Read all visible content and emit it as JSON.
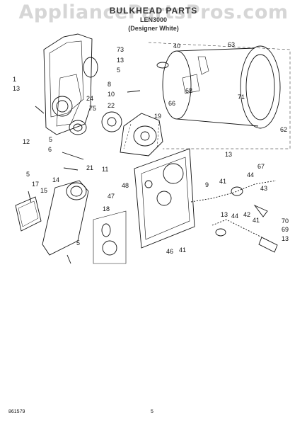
{
  "header": {
    "watermark": "AppliancePartsPros.com",
    "title": "BULKHEAD PARTS",
    "model": "LEN3000",
    "color": "(Designer White)"
  },
  "callouts": [
    "1",
    "13",
    "73",
    "13",
    "5",
    "8",
    "10",
    "24",
    "75",
    "22",
    "19",
    "40",
    "63",
    "66",
    "68",
    "71",
    "62",
    "67",
    "12",
    "5",
    "6",
    "21",
    "11",
    "13",
    "48",
    "9",
    "41",
    "44",
    "43",
    "47",
    "17",
    "14",
    "5",
    "15",
    "18",
    "13",
    "44",
    "42",
    "41",
    "46",
    "41",
    "70",
    "69",
    "13",
    "5"
  ],
  "footer": {
    "code": "861579",
    "page": "5"
  }
}
